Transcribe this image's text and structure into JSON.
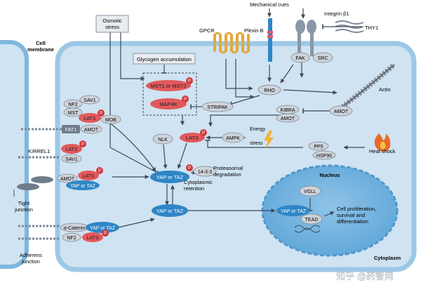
{
  "labels": {
    "mechanical_cues": "Mechanical cues",
    "integrin": "Integrin β1",
    "thy1": "THY1",
    "gpcr": "GPCR",
    "plexin": "Plexin B",
    "osmotic_line1": "Osmotic",
    "osmotic_line2": "stress",
    "cell_line1": "Cell",
    "cell_line2": "membrane",
    "glycogen": "Glycogen accumulation",
    "mst": "MST1 or MST2",
    "map4k": "MAP4K",
    "fak": "FAK",
    "src": "SRC",
    "rho": "RHO",
    "striipak": "STRIPAK",
    "kibra": "KIBRA",
    "amot": "AMOT",
    "actin": "Actin",
    "nf2": "NF2",
    "sav1": "SAV1",
    "mst_small": "MST",
    "lats": "LATS",
    "mob": "MOB",
    "fat1": "FAT1",
    "kirrel1": "KIRREL1",
    "nlk": "NLK",
    "ampk": "AMPK",
    "energy_line1": "Energy",
    "energy_line2": "stress",
    "pp5": "PP5",
    "hsp90": "HSP90",
    "heat_shock": "Heat shock",
    "yap_taz": "YAP or TAZ",
    "p1433": "14-3-3",
    "proteasomal_line1": "Proteasomal",
    "proteasomal_line2": "degradation",
    "cyto_ret_line1": "Cytoplasmic",
    "cyto_ret_line2": "retention",
    "tight_line1": "Tight",
    "tight_line2": "junction",
    "adherens_line1": "Adherens",
    "adherens_line2": "junction",
    "alpha_catenin": "α-Catenin",
    "nucleus": "Nucleus",
    "vgll": "VGLL",
    "tead": "TEAD",
    "prolif_line1": "Cell proliferation,",
    "prolif_line2": "survival and",
    "prolif_line3": "differentiation",
    "cytoplasm": "Cytoplasm",
    "phospho": "P",
    "watermark": "知乎 @药智网"
  },
  "colors": {
    "cell_fill": "#cfe3f2",
    "cell_stroke": "#7fb6dd",
    "grey_node": "#cfd3da",
    "red_node": "#e2595c",
    "blue_node": "#2f86c6",
    "arrow": "#3c4a5a"
  },
  "icons": [
    "fire-icon",
    "lightning-icon",
    "phospho-icon",
    "dna-icon",
    "actin-filament-icon"
  ]
}
